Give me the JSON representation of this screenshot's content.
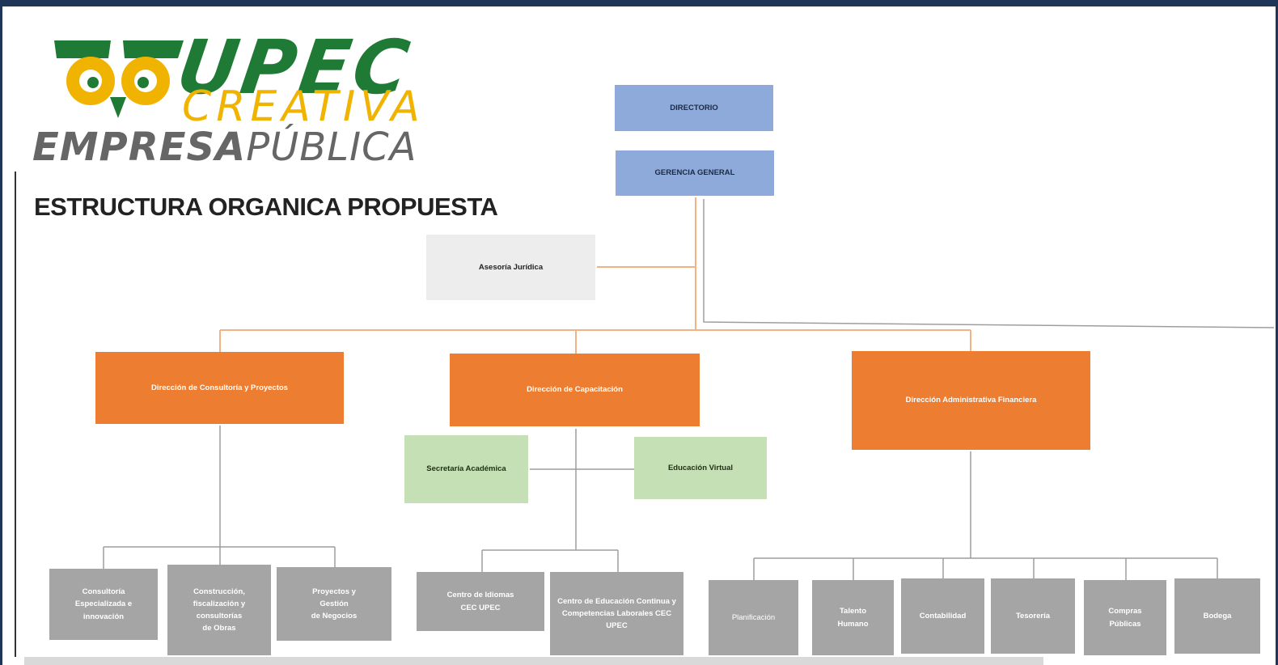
{
  "logo": {
    "brand": "UPEC",
    "tagline": "CREATIVA",
    "empresa_bold": "EMPRESA",
    "empresa_light": "PÚBLICA",
    "colors": {
      "green": "#1f7a35",
      "yellow": "#f0b400",
      "gray": "#666666"
    }
  },
  "page_title": "ESTRUCTURA ORGANICA PROPUESTA",
  "org": {
    "directorio": "DIRECTORIO",
    "gerencia": "GERENCIA GENERAL",
    "asesoria": "Asesoría Jurídica",
    "direcciones": {
      "consultoria": "Dirección de Consultoría y Proyectos",
      "capacitacion": "Dirección de Capacitación",
      "administrativa": "Dirección Administrativa Financiera"
    },
    "capacitacion_staff": {
      "secretaria": "Secretaría Académica",
      "virtual": "Educación Virtual"
    },
    "consultoria_units": {
      "especializada": "Consultoría\nEspecializada e\ninnovación",
      "construccion": "Construcción,\nfiscalización  y consultorías\nde Obras",
      "proyectos": "Proyectos y\nGestión\nde Negocios"
    },
    "capacitacion_units": {
      "idiomas": "Centro de Idiomas\nCEC UPEC",
      "educacion_continua": "Centro de Educación Continua y\nCompetencias Laborales  CEC UPEC"
    },
    "administrativa_units": {
      "planificacion": "Planificación",
      "talento": "Talento\nHumano",
      "contabilidad": "Contabilidad",
      "tesoreria": "Tesorería",
      "compras": "Compras\nPúblicas",
      "bodega": "Bodega"
    }
  },
  "colors": {
    "top_level": "#8eaadb",
    "advisory": "#ededed",
    "directorate": "#ed7d31",
    "support": "#c5e0b4",
    "unit": "#a5a5a5",
    "connector_main": "#f4b183",
    "connector_sub": "#9e9e9e",
    "frame": "#1f3658"
  }
}
